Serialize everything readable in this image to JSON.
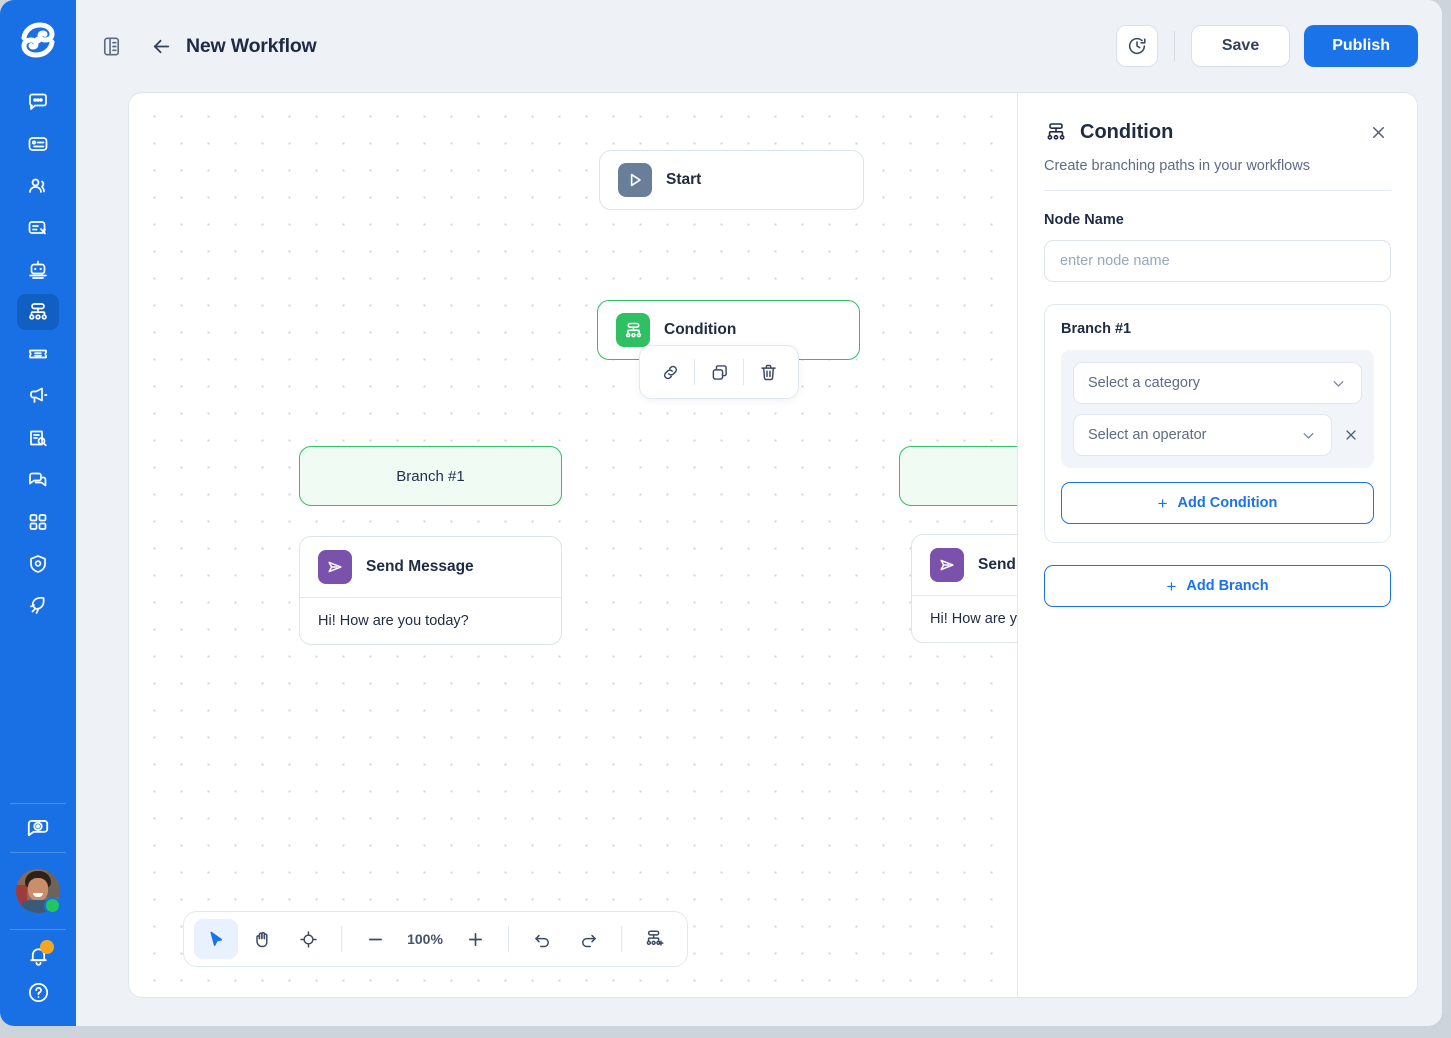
{
  "sidebar": {
    "logo": "app-logo",
    "items": [
      {
        "icon": "chat-bubble-icon",
        "name": "sidebar-item-chat",
        "active": false
      },
      {
        "icon": "inbox-card-icon",
        "name": "sidebar-item-inbox",
        "active": false
      },
      {
        "icon": "contacts-icon",
        "name": "sidebar-item-contacts",
        "active": false
      },
      {
        "icon": "broadcast-card-icon",
        "name": "sidebar-item-campaigns",
        "active": false
      },
      {
        "icon": "bot-icon",
        "name": "sidebar-item-bots",
        "active": false
      },
      {
        "icon": "workflow-icon",
        "name": "sidebar-item-workflows",
        "active": true
      },
      {
        "icon": "ticket-icon",
        "name": "sidebar-item-tickets",
        "active": false
      },
      {
        "icon": "megaphone-icon",
        "name": "sidebar-item-broadcast",
        "active": false
      },
      {
        "icon": "report-search-icon",
        "name": "sidebar-item-reports",
        "active": false
      },
      {
        "icon": "comments-icon",
        "name": "sidebar-item-conversations",
        "active": false
      },
      {
        "icon": "apps-grid-icon",
        "name": "sidebar-item-apps",
        "active": false
      },
      {
        "icon": "shield-icon",
        "name": "sidebar-item-security",
        "active": false
      },
      {
        "icon": "rocket-icon",
        "name": "sidebar-item-launch",
        "active": false
      }
    ],
    "bottom": {
      "support_icon": "support-chat-icon",
      "avatar": "user-avatar",
      "status": "online",
      "bell_icon": "notification-bell-icon",
      "bell_badge": true,
      "help_icon": "help-circle-icon"
    }
  },
  "topbar": {
    "panel_toggle_icon": "panel-toggle-icon",
    "back_icon": "back-arrow-icon",
    "title": "New Workflow",
    "history_icon": "history-clock-icon",
    "save_label": "Save",
    "publish_label": "Publish"
  },
  "canvas": {
    "nodes": {
      "start": {
        "title": "Start",
        "icon": "play-icon"
      },
      "condition": {
        "title": "Condition",
        "icon": "workflow-icon"
      },
      "branch_1": {
        "title": "Branch #1"
      },
      "branch_2": {
        "title": ""
      },
      "message_1": {
        "title": "Send Message",
        "icon": "send-icon",
        "body": "Hi! How are you today?"
      },
      "message_2": {
        "title": "Send Mes",
        "icon": "send-icon",
        "body": "Hi! How are you"
      }
    },
    "node_toolbar": {
      "link_icon": "link-icon",
      "copy_icon": "copy-icon",
      "delete_icon": "trash-icon"
    },
    "bottom_toolbar": {
      "select_icon": "cursor-select-icon",
      "pan_icon": "hand-pan-icon",
      "fit_icon": "fit-view-target-icon",
      "zoom_out_icon": "minus-icon",
      "zoom_level": "100%",
      "zoom_in_icon": "plus-icon",
      "undo_icon": "undo-icon",
      "redo_icon": "redo-icon",
      "add_node_icon": "add-node-icon"
    }
  },
  "panel": {
    "icon": "workflow-icon",
    "title": "Condition",
    "close_icon": "close-icon",
    "subtitle": "Create branching paths in your workflows",
    "node_name_label": "Node Name",
    "node_name_value": "",
    "node_name_placeholder": "enter node name",
    "branch": {
      "title": "Branch #1",
      "category_select": "Select a category",
      "operator_select": "Select an operator",
      "remove_icon": "close-icon",
      "chevron_icon": "chevron-down-icon",
      "add_condition_label": "Add Condition",
      "plus": "+"
    },
    "add_branch_label": "Add Branch",
    "add_branch_plus": "+"
  },
  "colors": {
    "brand_blue": "#1a73e8",
    "sidebar_blue": "#1870e4",
    "green": "#2ec063",
    "purple": "#7b52ab",
    "slate": "#6b7e99",
    "badge_orange": "#f5a623",
    "online_green": "#22c55e"
  }
}
